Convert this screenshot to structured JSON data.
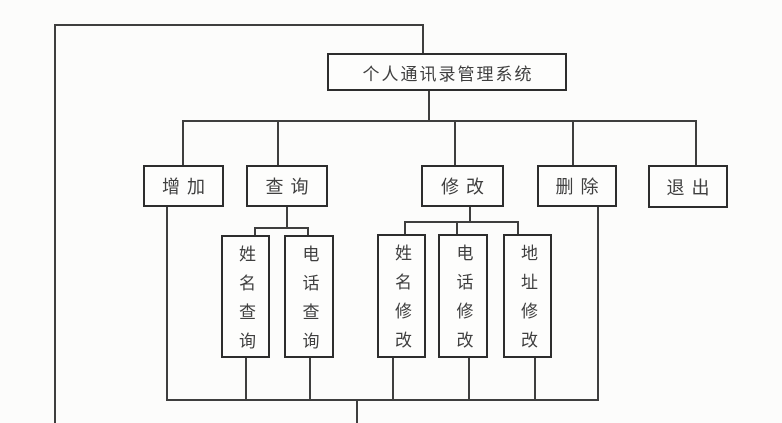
{
  "diagram": {
    "root": {
      "label": "个人通讯录管理系统"
    },
    "level2": [
      {
        "id": "add",
        "label": "增加"
      },
      {
        "id": "query",
        "label": "查询"
      },
      {
        "id": "modify",
        "label": "修改"
      },
      {
        "id": "delete",
        "label": "删除"
      },
      {
        "id": "exit",
        "label": "退出"
      }
    ],
    "level3": [
      {
        "id": "name-query",
        "label": "姓名查询",
        "parent": "query"
      },
      {
        "id": "phone-query",
        "label": "电话查询",
        "parent": "query"
      },
      {
        "id": "name-modify",
        "label": "姓名修改",
        "parent": "modify"
      },
      {
        "id": "phone-modify",
        "label": "电话修改",
        "parent": "modify"
      },
      {
        "id": "address-modify",
        "label": "地址修改",
        "parent": "modify"
      }
    ],
    "colors": {
      "line": "#3e3e3e",
      "box_border": "#2d2d2d",
      "text": "#3f3f3f",
      "background": "#fcfcfb"
    }
  }
}
